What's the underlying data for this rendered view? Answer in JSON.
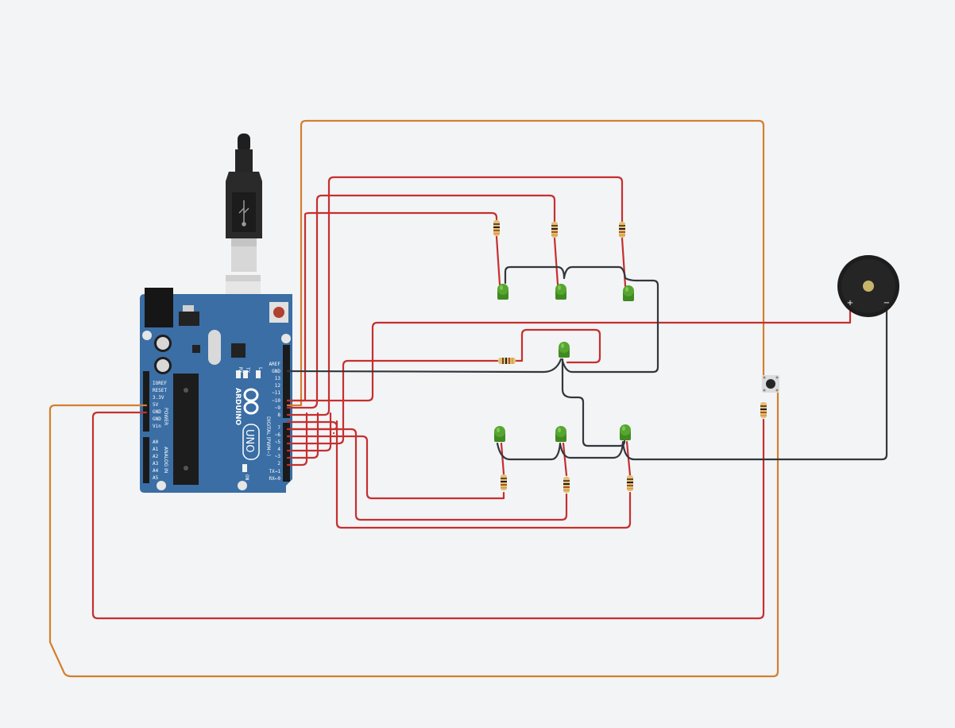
{
  "board": {
    "brand": "ARDUINO",
    "model": "UNO",
    "power_header_label": "POWER",
    "analog_header_label": "ANALOG IN",
    "digital_header_label": "DIGITAL (PWM~)",
    "power_pins": [
      "IOREF",
      "RESET",
      "3.3V",
      "5V",
      "GND",
      "GND",
      "Vin"
    ],
    "analog_pins": [
      "A0",
      "A1",
      "A2",
      "A3",
      "A4",
      "A5"
    ],
    "digital_pins_top": [
      "AREF",
      "GND",
      "13",
      "12",
      "~11",
      "~10",
      "~9",
      "8"
    ],
    "digital_pins_bottom": [
      "7",
      "~6",
      "~5",
      "4",
      "~3",
      "2",
      "TX→1",
      "RX←0"
    ],
    "led_labels": [
      "RX",
      "TX",
      "L",
      "ON"
    ]
  },
  "buzzer": {
    "positive_label": "+",
    "negative_label": "−"
  },
  "colors": {
    "background": "#f3f4f6",
    "board": "#3a6ea5",
    "wire_red": "#c62f2f",
    "wire_dark": "#33373d",
    "wire_orange": "#d37f2e",
    "led_green": "#4e9a2a",
    "resistor_body": "#e3bf7a"
  }
}
